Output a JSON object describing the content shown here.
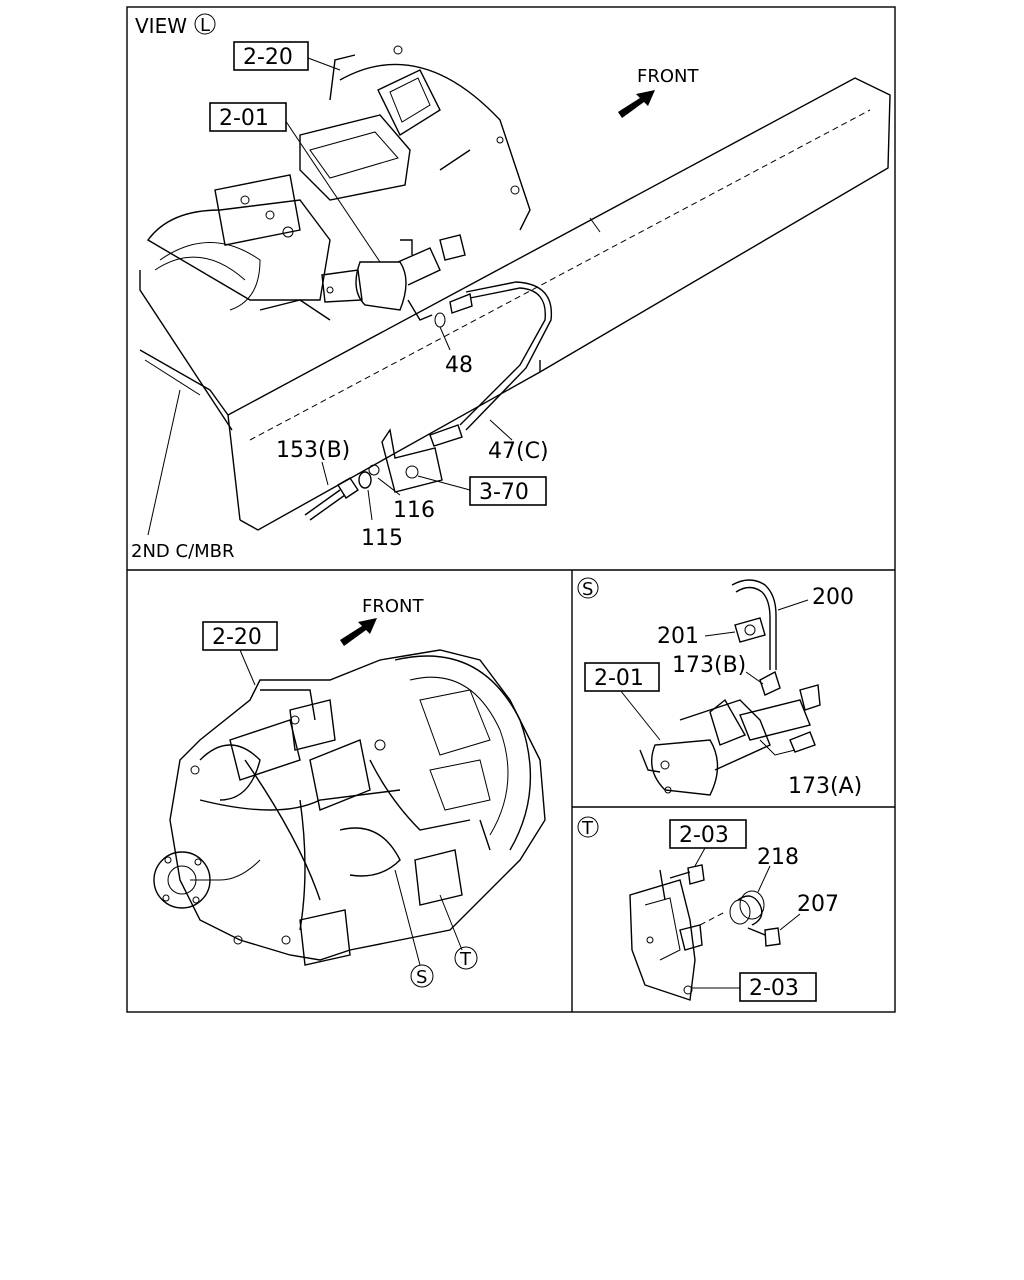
{
  "view_label": "VIEW",
  "view_marker": "L",
  "front_labels": [
    "FRONT",
    "FRONT"
  ],
  "frame_member_label": "2ND C/MBR",
  "ref_boxes": {
    "top_2_20": "2-20",
    "top_2_01": "2-01",
    "top_3_70": "3-70",
    "mid_2_20": "2-20",
    "s_2_01": "2-01",
    "t_2_03_top": "2-03",
    "t_2_03_bottom": "2-03"
  },
  "part_numbers": {
    "p48": "48",
    "p47c": "47(C)",
    "p153b": "153(B)",
    "p116": "116",
    "p115": "115",
    "p200": "200",
    "p201": "201",
    "p173b": "173(B)",
    "p173a": "173(A)",
    "p218": "218",
    "p207": "207"
  },
  "detail_markers": {
    "s_panel": "S",
    "t_panel": "T",
    "s_callout": "S",
    "t_callout": "T"
  }
}
